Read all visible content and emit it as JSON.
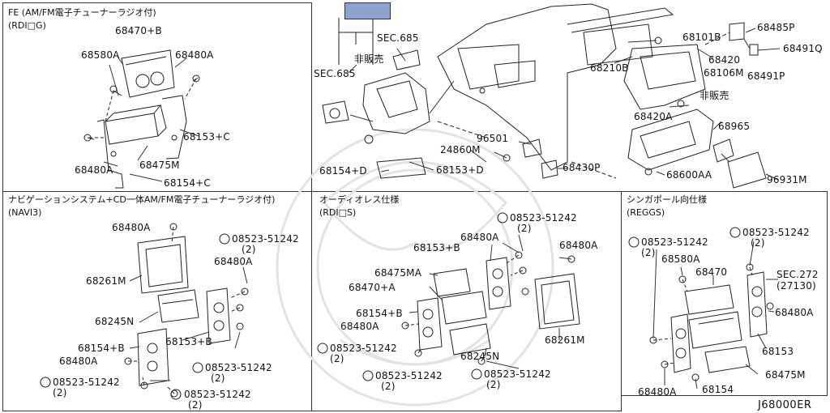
{
  "highlight_color": "#8fa3cf",
  "panels": {
    "fe": {
      "header1": "FE (AM/FM電子チューナーラジオ付)",
      "header2": "(RDI□G)"
    },
    "main": {},
    "navi": {
      "header1": "ナビゲーションシステム+CD一体AM/FM電子チューナーラジオ付)",
      "header2": "(NAVI3)"
    },
    "audio": {
      "header1": "オーディオレス仕様",
      "header2": "(RDI□S)"
    },
    "sg": {
      "header1": "シンガポール向仕様",
      "header2": "(REGGS)"
    }
  },
  "labels": {
    "fe_68470B": "68470+B",
    "fe_68580A": "68580A",
    "fe_68480A_top": "68480A",
    "fe_68153C": "68153+C",
    "fe_68480A_bot": "68480A",
    "fe_68475M": "68475M",
    "fe_68154C": "68154+C",
    "m_sec685_top": "SEC.685",
    "m_hanbai1": "非販売",
    "m_sec685_left": "SEC.685",
    "m_68101B": "68101B",
    "m_68485P": "68485P",
    "m_68491Q": "68491Q",
    "m_68210B": "68210B",
    "m_68420": "68420",
    "m_68491P": "68491P",
    "m_68106M": "68106M",
    "m_hanbai2": "非販売",
    "m_68420A": "68420A",
    "m_68965": "68965",
    "m_96501": "96501",
    "m_24860M": "24860M",
    "m_68430P": "68430P",
    "m_68154D": "68154+D",
    "m_68153D": "68153+D",
    "m_68600AA": "68600AA",
    "m_96931M": "96931M",
    "n_68480A_top": "68480A",
    "n_s08523_a": "08523-51242",
    "n_s08523_a_qty": "(2)",
    "n_68480A_mid": "68480A",
    "n_68261M": "68261M",
    "n_68245N": "68245N",
    "n_68154B": "68154+B",
    "n_68153B": "68153+B",
    "n_68480A_bot": "68480A",
    "n_s08523_b": "08523-51242",
    "n_s08523_b_qty": "(2)",
    "n_s08523_c": "08523-51242",
    "n_s08523_c_qty": "(2)",
    "n_s08523_d": "08523-51242",
    "n_s08523_d_qty": "(2)",
    "a_s08523_a": "08523-51242",
    "a_s08523_a_qty": "(2)",
    "a_68480A_top": "68480A",
    "a_68480A_r": "68480A",
    "a_68153B": "68153+B",
    "a_68475MA": "68475MA",
    "a_68470A": "68470+A",
    "a_68154B": "68154+B",
    "a_68480A_l": "68480A",
    "a_68261M": "68261M",
    "a_s08523_b": "08523-51242",
    "a_s08523_b_qty": "(2)",
    "a_68245N": "68245N",
    "a_s08523_c": "08523-51242",
    "a_s08523_c_qty": "(2)",
    "a_s08523_d": "08523-51242",
    "a_s08523_d_qty": "(2)",
    "s_s08523_a": "08523-51242",
    "s_s08523_a_qty": "(2)",
    "s_s08523_b": "08523-51242",
    "s_s08523_b_qty": "(2)",
    "s_68580A": "68580A",
    "s_68470": "68470",
    "s_sec272": "SEC.272",
    "s_27130": "(27130)",
    "s_68480A_r": "68480A",
    "s_68153": "68153",
    "s_68475M": "68475M",
    "s_68480A_bot": "68480A",
    "s_68154": "68154"
  },
  "diagram_code": "J68000ER"
}
